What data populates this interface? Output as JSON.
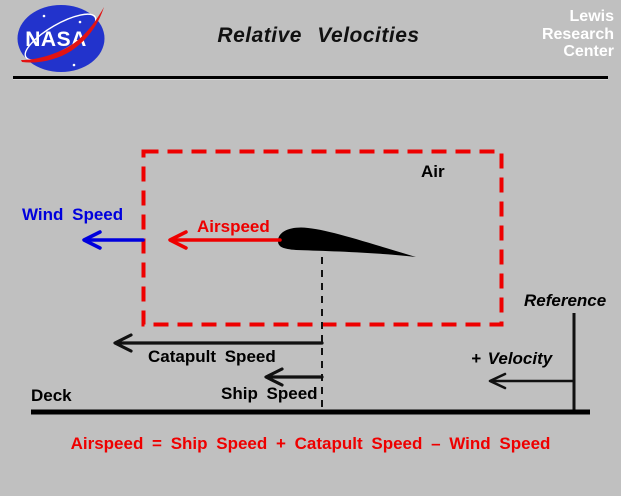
{
  "header": {
    "logo_text": "NASA",
    "title": "Relative Velocities",
    "org": [
      "Lewis",
      "Research",
      "Center"
    ]
  },
  "diagram": {
    "air_label": "Air",
    "wind_speed_label": "Wind Speed",
    "airspeed_label": "Airspeed",
    "catapult_speed_label": "Catapult Speed",
    "ship_speed_label": "Ship Speed",
    "deck_label": "Deck",
    "reference_label": "Reference",
    "velocity_label": "+ Velocity"
  },
  "equation": {
    "text": "Airspeed = Ship Speed + Catapult Speed – Wind Speed"
  },
  "colors": {
    "background": "#c0c0c0",
    "accent_red": "#ee0000",
    "accent_blue": "#0000dd",
    "line_black": "#000000",
    "org_text": "#ffffff",
    "nasa_disc_blue": "#2233cc"
  }
}
